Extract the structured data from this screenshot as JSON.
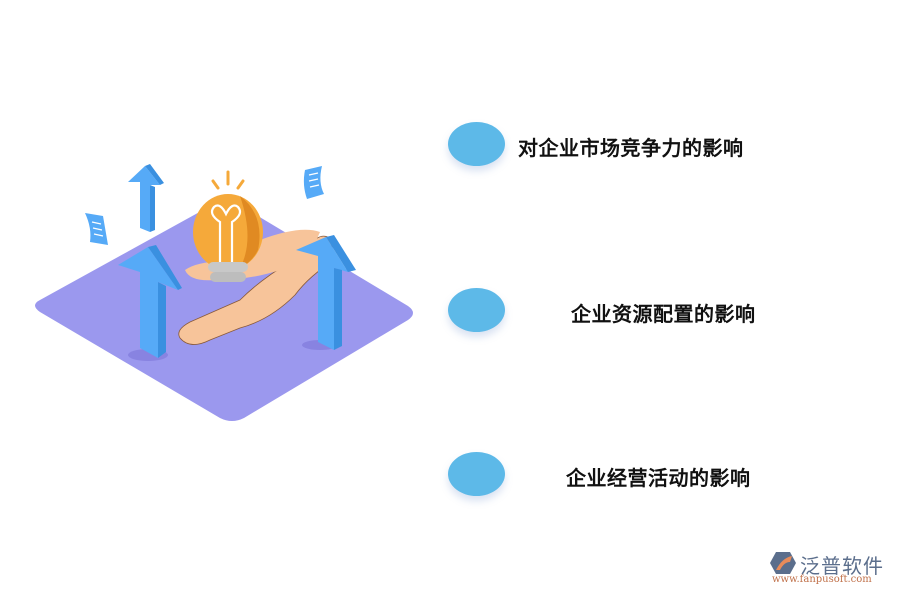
{
  "items": [
    {
      "label": "对企业市场竞争力的影响"
    },
    {
      "label": "企业资源配置的影响"
    },
    {
      "label": "企业经营活动的影响"
    }
  ],
  "logo": {
    "name": "泛普软件",
    "url": "www.fanpusoft.com"
  },
  "colors": {
    "bullet": "#5db9e8",
    "platform": "#9b98ee",
    "arrow": "#56aaf7",
    "bulb": "#f5a93a",
    "hand": "#f7c49a"
  }
}
